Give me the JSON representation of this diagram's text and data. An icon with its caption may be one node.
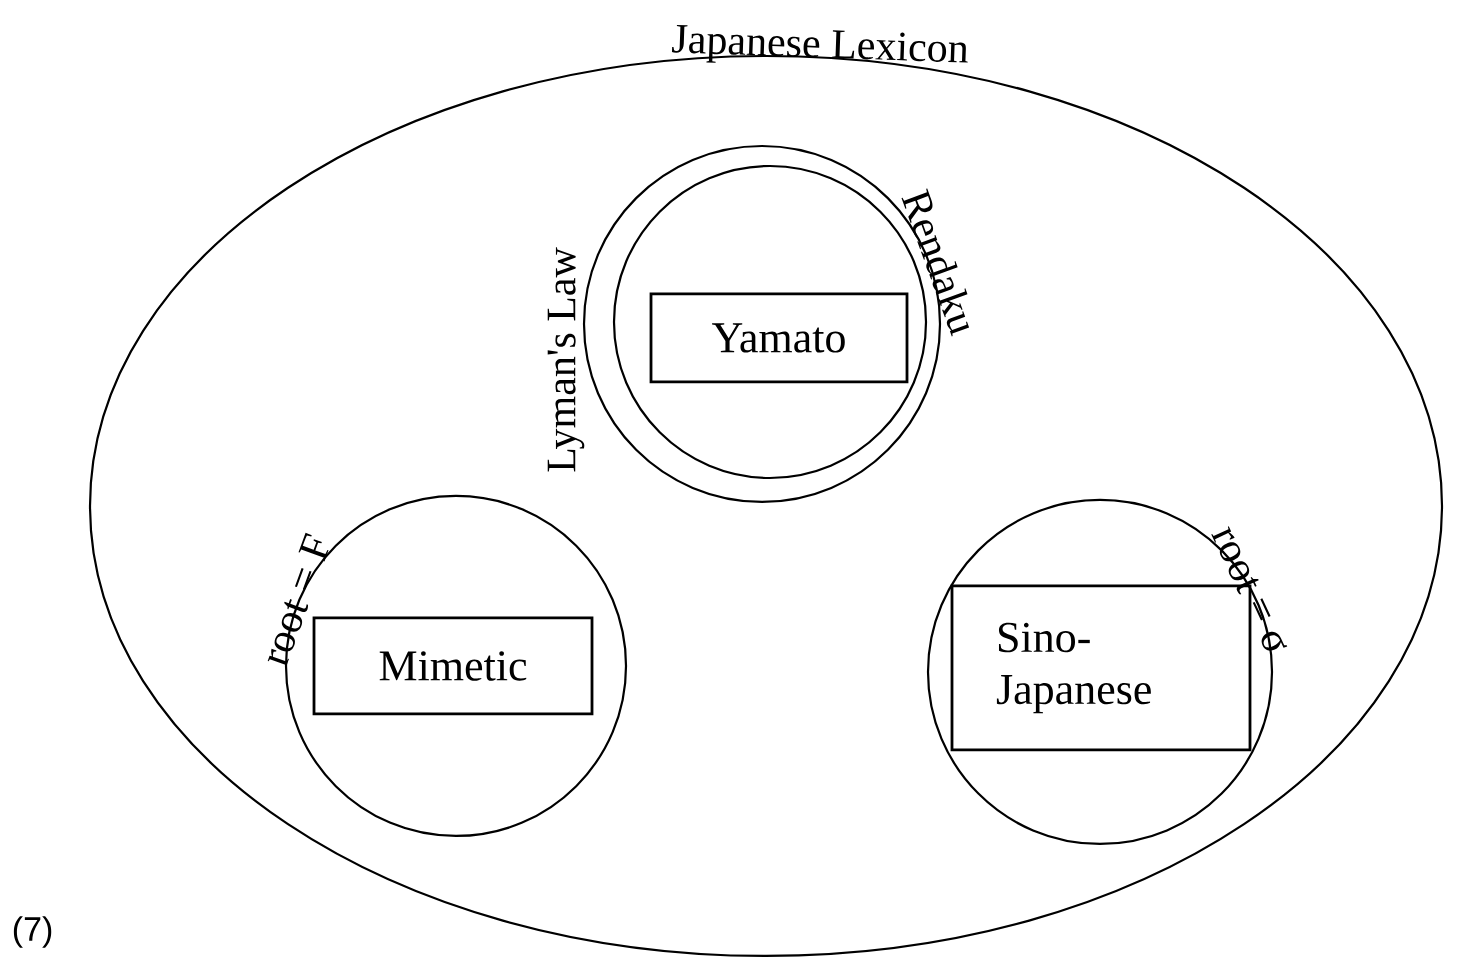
{
  "diagram": {
    "nodes": [
      {
        "text": [
          "Japanese Lexicon"
        ]
      },
      {
        "text": [
          "Lyman's Law"
        ],
        "in": 0
      },
      {
        "text": [
          "Rendaku"
        ],
        "in": 1
      },
      {
        "text": [
          "Yamato"
        ],
        "in": 2
      },
      {
        "text": [
          "root = F"
        ],
        "in": 0
      },
      {
        "text": [
          "Mimetic"
        ],
        "in": 4
      },
      {
        "text": [
          "root = σ"
        ],
        "in": 0
      },
      {
        "text": [
          "Sino-Japanese"
        ],
        "in": 6
      }
    ],
    "labels": [
      "(7)"
    ]
  }
}
